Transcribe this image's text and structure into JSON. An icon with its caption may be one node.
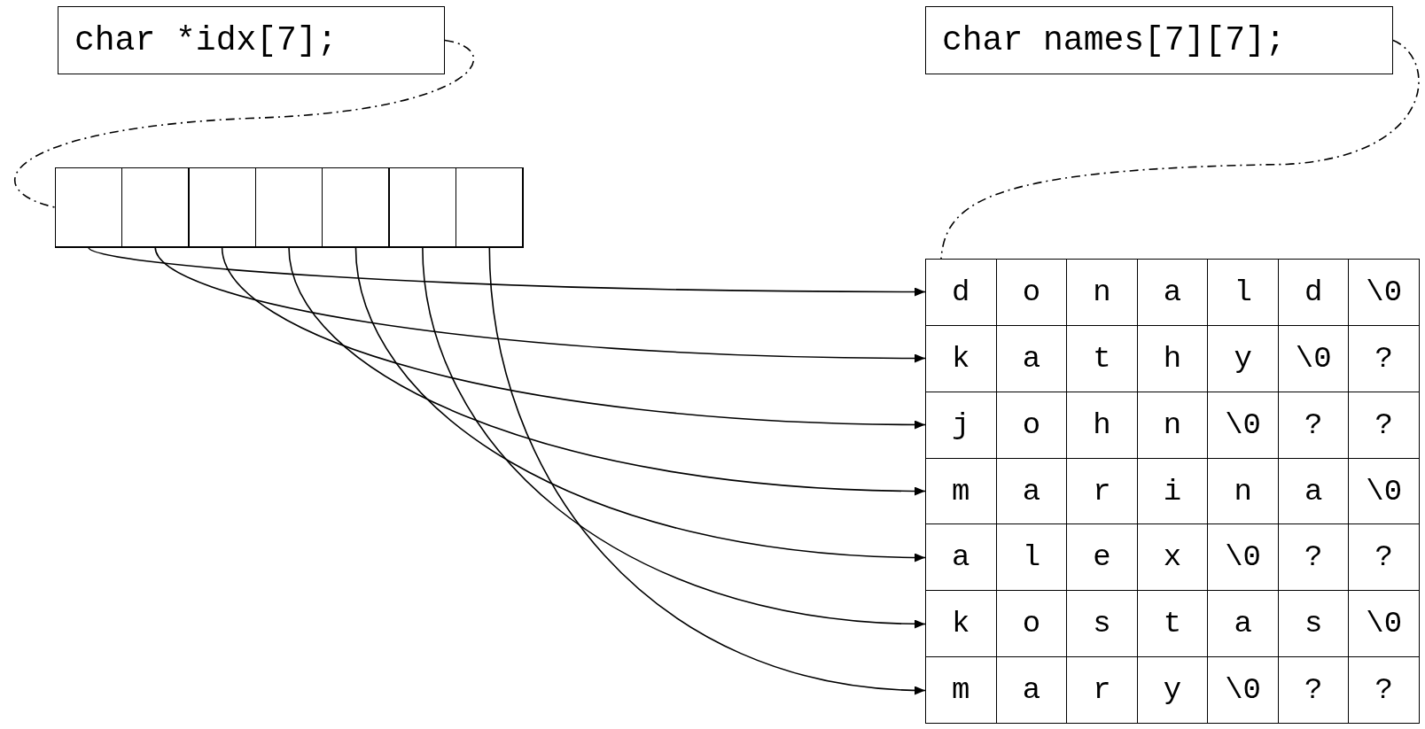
{
  "diagram": {
    "nodes": [
      {
        "text": [
          "char *idx[7];"
        ]
      },
      {
        "text": [
          "char names[7][7];"
        ]
      },
      {
        "text": [],
        "shape": "box"
      },
      {
        "text": [],
        "shape": "box",
        "in": 2
      },
      {
        "text": [],
        "shape": "box",
        "in": 2
      },
      {
        "text": [],
        "shape": "box",
        "in": 2
      },
      {
        "text": [],
        "shape": "box",
        "in": 2
      },
      {
        "text": [],
        "shape": "box",
        "in": 2
      },
      {
        "text": [],
        "shape": "box",
        "in": 2
      },
      {
        "text": [],
        "shape": "box",
        "in": 2
      },
      {
        "text": [],
        "shape": "box"
      },
      {
        "text": [
          "d",
          "o",
          "n",
          "a",
          "l",
          "d",
          "\\0"
        ],
        "in": 10
      },
      {
        "text": [
          "k",
          "a",
          "t",
          "h",
          "y",
          "\\0",
          "?"
        ],
        "in": 10
      },
      {
        "text": [
          "j",
          "o",
          "h",
          "n",
          "\\0",
          "?",
          "?"
        ],
        "in": 10
      },
      {
        "text": [
          "m",
          "a",
          "r",
          "i",
          "n",
          "a",
          "\\0"
        ],
        "in": 10
      },
      {
        "text": [
          "a",
          "l",
          "e",
          "x",
          "\\0",
          "?",
          "?"
        ],
        "in": 10
      },
      {
        "text": [
          "k",
          "o",
          "s",
          "t",
          "a",
          "s",
          "\\0"
        ],
        "in": 10
      },
      {
        "text": [
          "m",
          "a",
          "r",
          "y",
          "\\0",
          "?",
          "?"
        ],
        "in": 10
      }
    ],
    "edges": [
      {
        "from": 0,
        "to": 2,
        "arrow": "none",
        "style": "dashed"
      },
      {
        "from": 1,
        "to": 10,
        "arrow": "none",
        "style": "dashed"
      },
      {
        "from": 3,
        "to": 11,
        "arrow": "to"
      },
      {
        "from": 4,
        "to": 12,
        "arrow": "to"
      },
      {
        "from": 5,
        "to": 13,
        "arrow": "to"
      },
      {
        "from": 6,
        "to": 14,
        "arrow": "to"
      },
      {
        "from": 7,
        "to": 15,
        "arrow": "to"
      },
      {
        "from": 8,
        "to": 16,
        "arrow": "to"
      },
      {
        "from": 9,
        "to": 17,
        "arrow": "to"
      }
    ]
  }
}
